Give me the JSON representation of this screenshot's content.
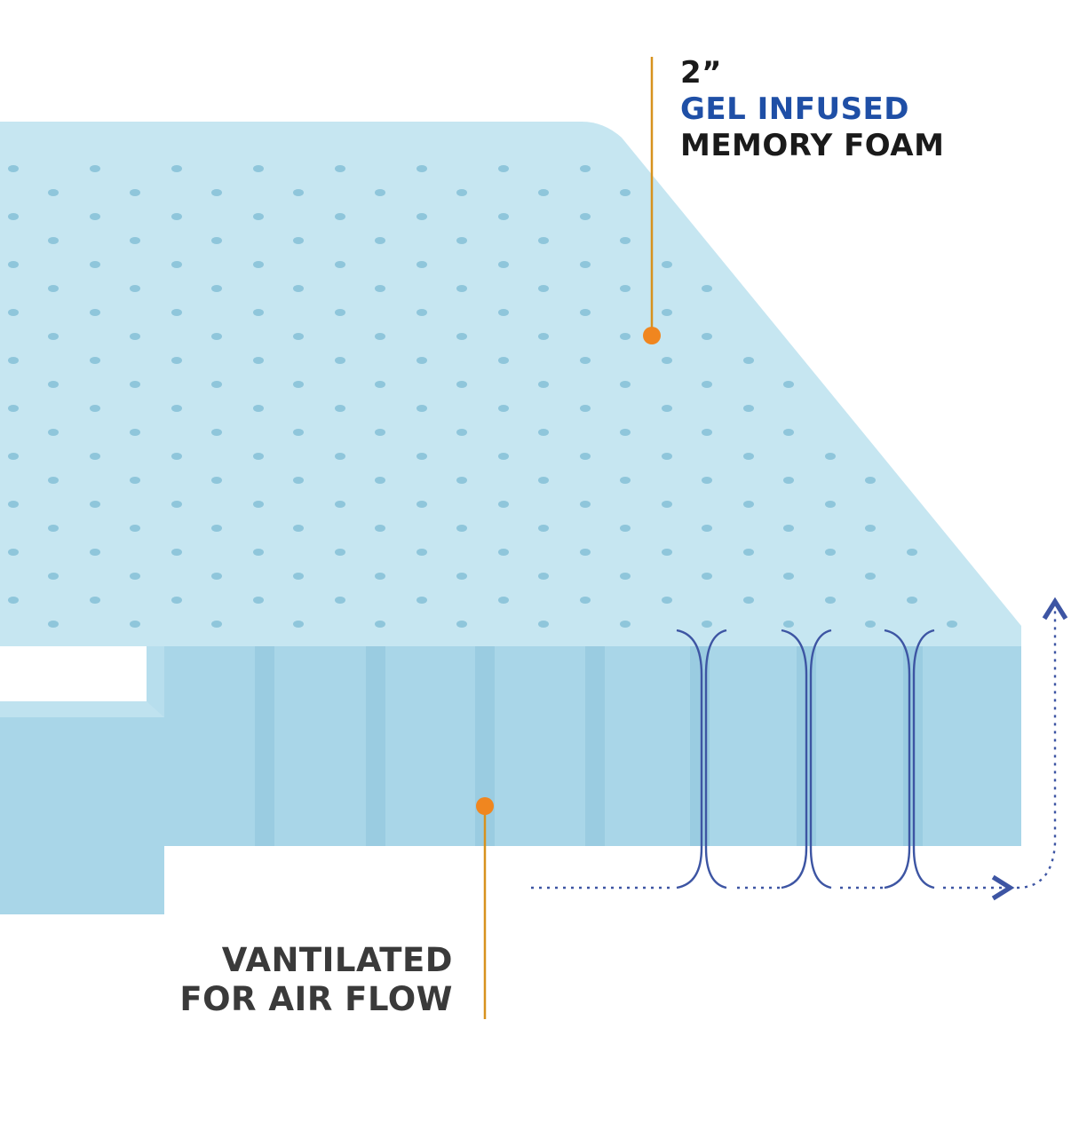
{
  "colors": {
    "foam_top": "#c6e6f1",
    "foam_side": "#a9d6e8",
    "foam_groove": "#8ec4db",
    "foam_hole": "#8fc6db",
    "leader_line": "#d7921e",
    "leader_dot": "#f0861f",
    "airflow_arrow": "#3d55a3",
    "heading_accent": "#1f4fa6",
    "heading_dark": "#1a1a1a",
    "caption": "#3a3a3a"
  },
  "callouts": {
    "top": {
      "thickness": "2”",
      "material_accent": "GEL INFUSED",
      "material": "MEMORY FOAM"
    },
    "bottom": {
      "line1": "VANTILATED",
      "line2": "FOR AIR FLOW"
    }
  }
}
